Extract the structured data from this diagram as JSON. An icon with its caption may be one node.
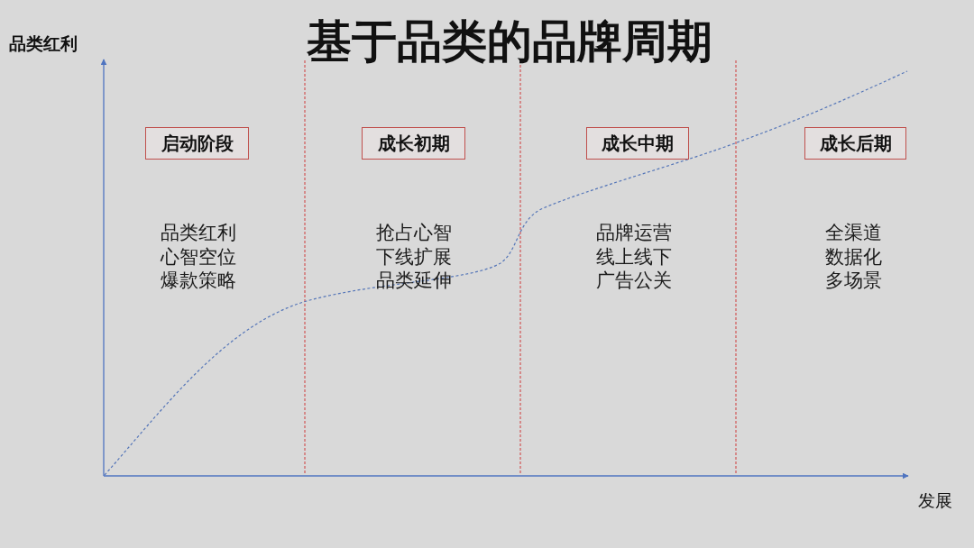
{
  "diagram": {
    "title": "基于品类的品牌周期",
    "nodes": [
      {
        "text": [
          "启动阶段"
        ],
        "beside": [
          "品类红利",
          "心智空位",
          "爆款策略"
        ]
      },
      {
        "text": [
          "成长初期"
        ],
        "beside": [
          "抢占心智",
          "下线扩展",
          "品类延伸"
        ]
      },
      {
        "text": [
          "成长中期"
        ],
        "beside": [
          "品牌运营",
          "线上线下",
          "广告公关"
        ]
      },
      {
        "text": [
          "成长后期"
        ],
        "beside": [
          "全渠道",
          "数据化",
          "多场景"
        ]
      }
    ],
    "labels": [
      "品类红利",
      "发展"
    ]
  }
}
